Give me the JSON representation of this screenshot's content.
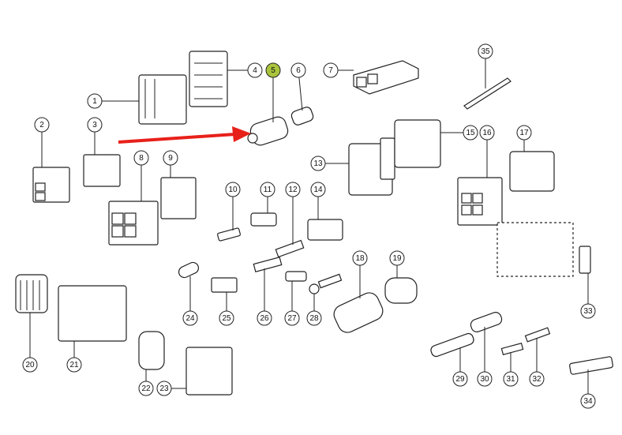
{
  "diagram": {
    "callouts": [
      "1",
      "2",
      "3",
      "4",
      "5",
      "6",
      "7",
      "8",
      "9",
      "10",
      "11",
      "12",
      "13",
      "14",
      "15",
      "16",
      "17",
      "18",
      "19",
      "20",
      "21",
      "22",
      "23",
      "24",
      "25",
      "26",
      "27",
      "28",
      "29",
      "30",
      "31",
      "32",
      "33",
      "34",
      "35"
    ],
    "highlighted_callout": "5",
    "highlight_color": "#a9c43c",
    "arrow_color": "#e8201a",
    "arrow_points_to": "5"
  }
}
